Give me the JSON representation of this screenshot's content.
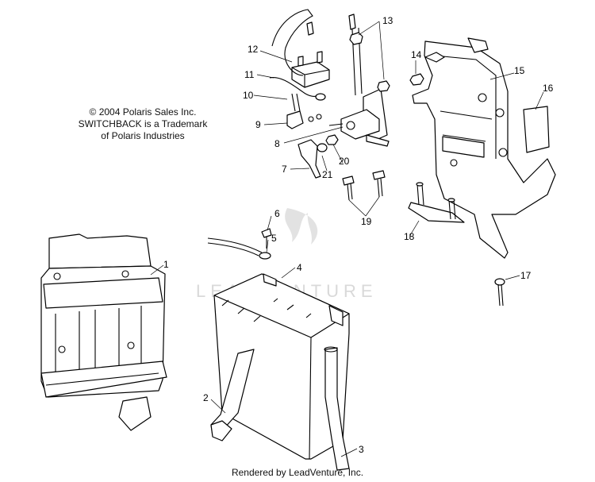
{
  "copyright": {
    "line1": "© 2004 Polaris Sales Inc.",
    "line2": "SWITCHBACK is a Trademark",
    "line3": "of Polaris Industries"
  },
  "watermark": "LEADVENTURE",
  "footer": "Rendered by LeadVenture, Inc.",
  "callouts": [
    "1",
    "2",
    "3",
    "4",
    "5",
    "6",
    "7",
    "8",
    "9",
    "10",
    "11",
    "12",
    "13",
    "14",
    "15",
    "16",
    "17",
    "18",
    "19",
    "20",
    "21"
  ],
  "colors": {
    "ink": "#000000",
    "watermark": "#d9d9d9",
    "background": "#ffffff"
  }
}
